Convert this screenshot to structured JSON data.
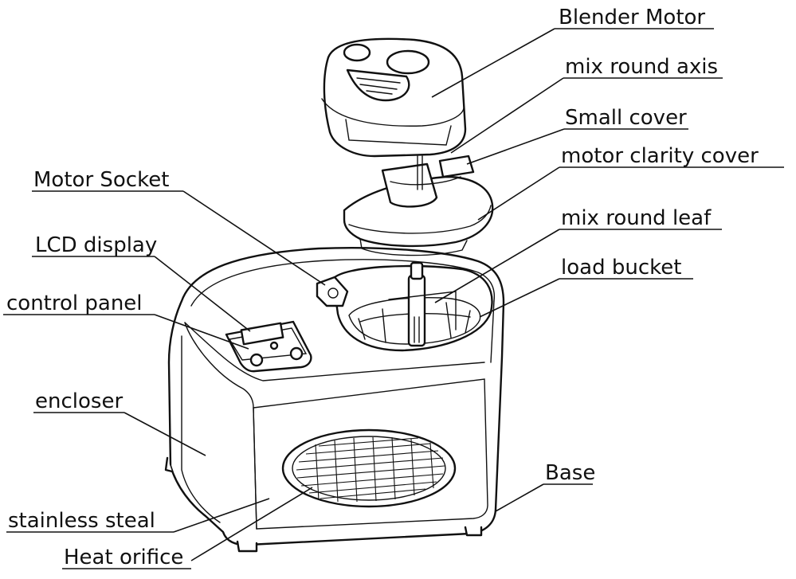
{
  "labels": {
    "blender_motor": "Blender Motor",
    "mix_round_axis": "mix round axis",
    "small_cover": "Small cover",
    "motor_clarity_cover": "motor clarity cover",
    "motor_socket": "Motor Socket",
    "mix_round_leaf": "mix round leaf",
    "lcd_display": "LCD display",
    "load_bucket": "load bucket",
    "control_panel": "control panel",
    "encloser": "encloser",
    "base": "Base",
    "stainless_steal": "stainless steal",
    "heat_orifice": "Heat orifice"
  }
}
